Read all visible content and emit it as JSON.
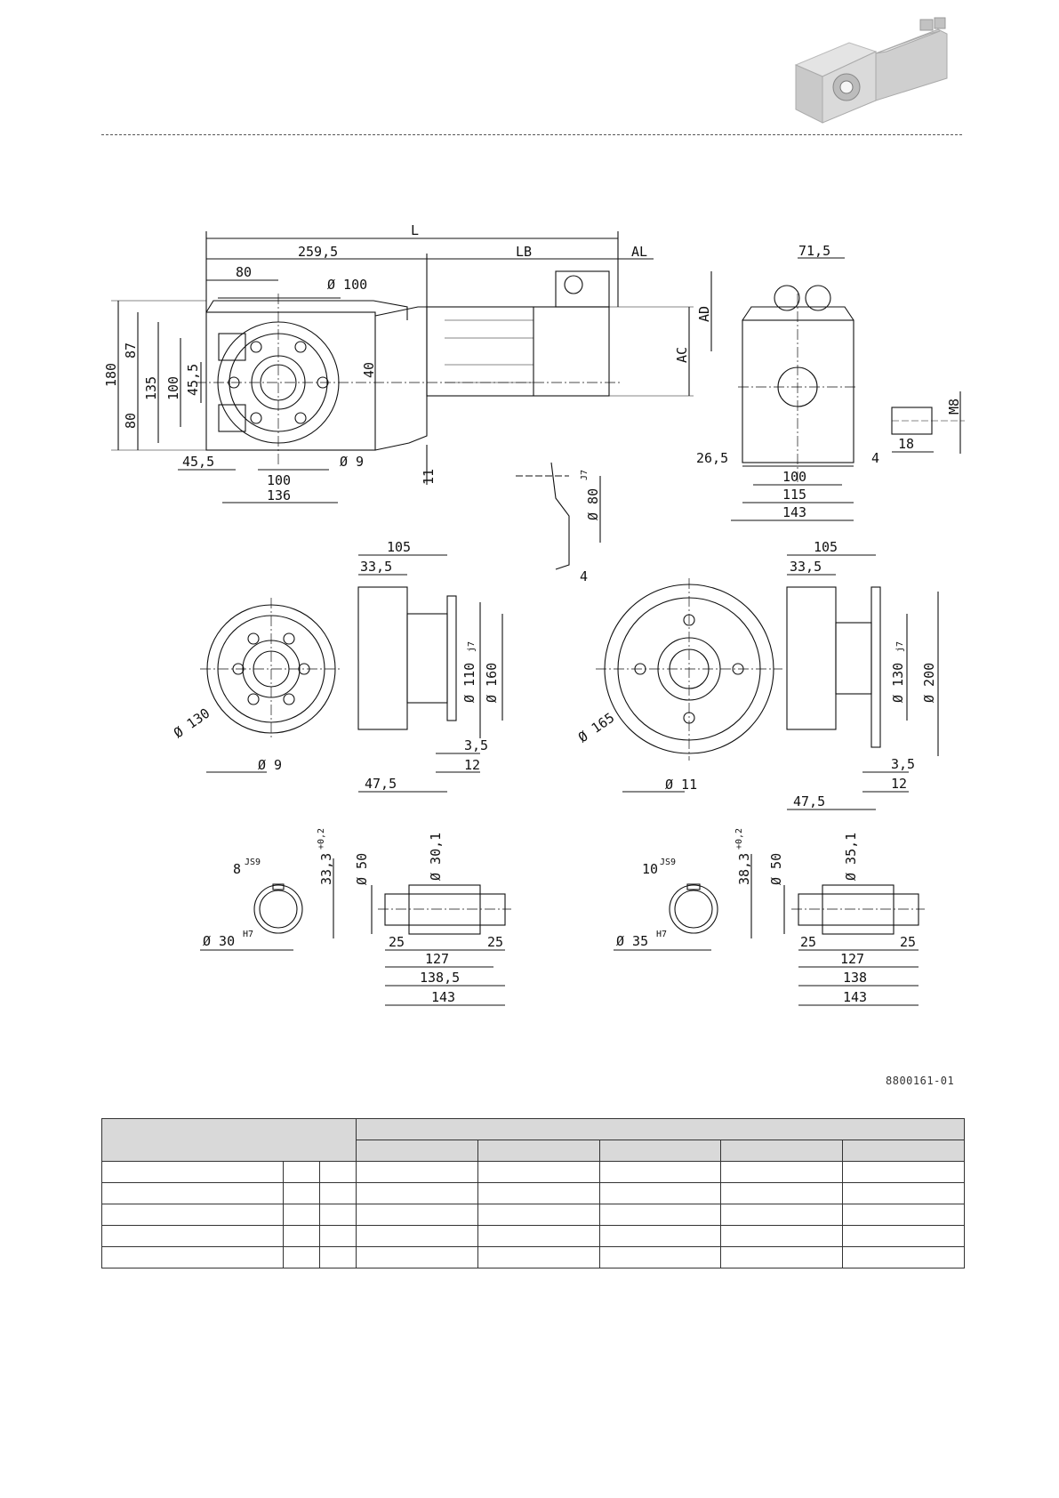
{
  "drawing": {
    "reference_code": "8800161-01",
    "dimensions": {
      "L": "L",
      "d259_5": "259,5",
      "LB": "LB",
      "AL": "AL",
      "d80": "80",
      "dia100": "Ø 100",
      "d180": "180",
      "d87": "87",
      "d135": "135",
      "d100v": "100",
      "d45_5v": "45,5",
      "d80v": "80",
      "d40": "40",
      "AD": "AD",
      "AC": "AC",
      "d45_5": "45,5",
      "d100h": "100",
      "dia9": "Ø 9",
      "d136": "136",
      "d11": "11",
      "d71_5": "71,5",
      "d26_5": "26,5",
      "d4r": "4",
      "d100r": "100",
      "d115": "115",
      "d143r": "143",
      "M8": "M8",
      "d18": "18",
      "dia80": "Ø 80",
      "j7": "J7",
      "d4c": "4",
      "d105L": "105",
      "d33_5L": "33,5",
      "dia110": "Ø 110",
      "j7L": "j7",
      "dia160": "Ø 160",
      "dia130L": "Ø 130",
      "dia9L": "Ø 9",
      "d3_5L": "3,5",
      "d12L": "12",
      "d47_5L": "47,5",
      "d105R": "105",
      "d33_5R": "33,5",
      "dia130R": "Ø 130",
      "j7R": "j7",
      "dia200": "Ø 200",
      "dia165": "Ø 165",
      "dia11": "Ø 11",
      "d3_5R": "3,5",
      "d12R": "12",
      "d47_5R": "47,5",
      "key8": "8",
      "js9a": "JS9",
      "d33_3": "33,3",
      "tol1": "+0,2",
      "dia30": "Ø 30",
      "h7a": "H7",
      "dia50a": "Ø 50",
      "dia30_1": "Ø 30,1",
      "d25a": "25",
      "d25b": "25",
      "d127a": "127",
      "d138_5": "138,5",
      "d143a": "143",
      "key10": "10",
      "js9b": "JS9",
      "d38_3": "38,3",
      "tol2": "+0,2",
      "dia35": "Ø 35",
      "h7b": "H7",
      "dia50b": "Ø 50",
      "dia35_1": "Ø 35,1",
      "d25c": "25",
      "d25d": "25",
      "d127b": "127",
      "d138": "138",
      "d143b": "143"
    }
  },
  "table": {
    "header_colors": "#d9d9d9",
    "rows": 5,
    "value_columns": 5
  }
}
